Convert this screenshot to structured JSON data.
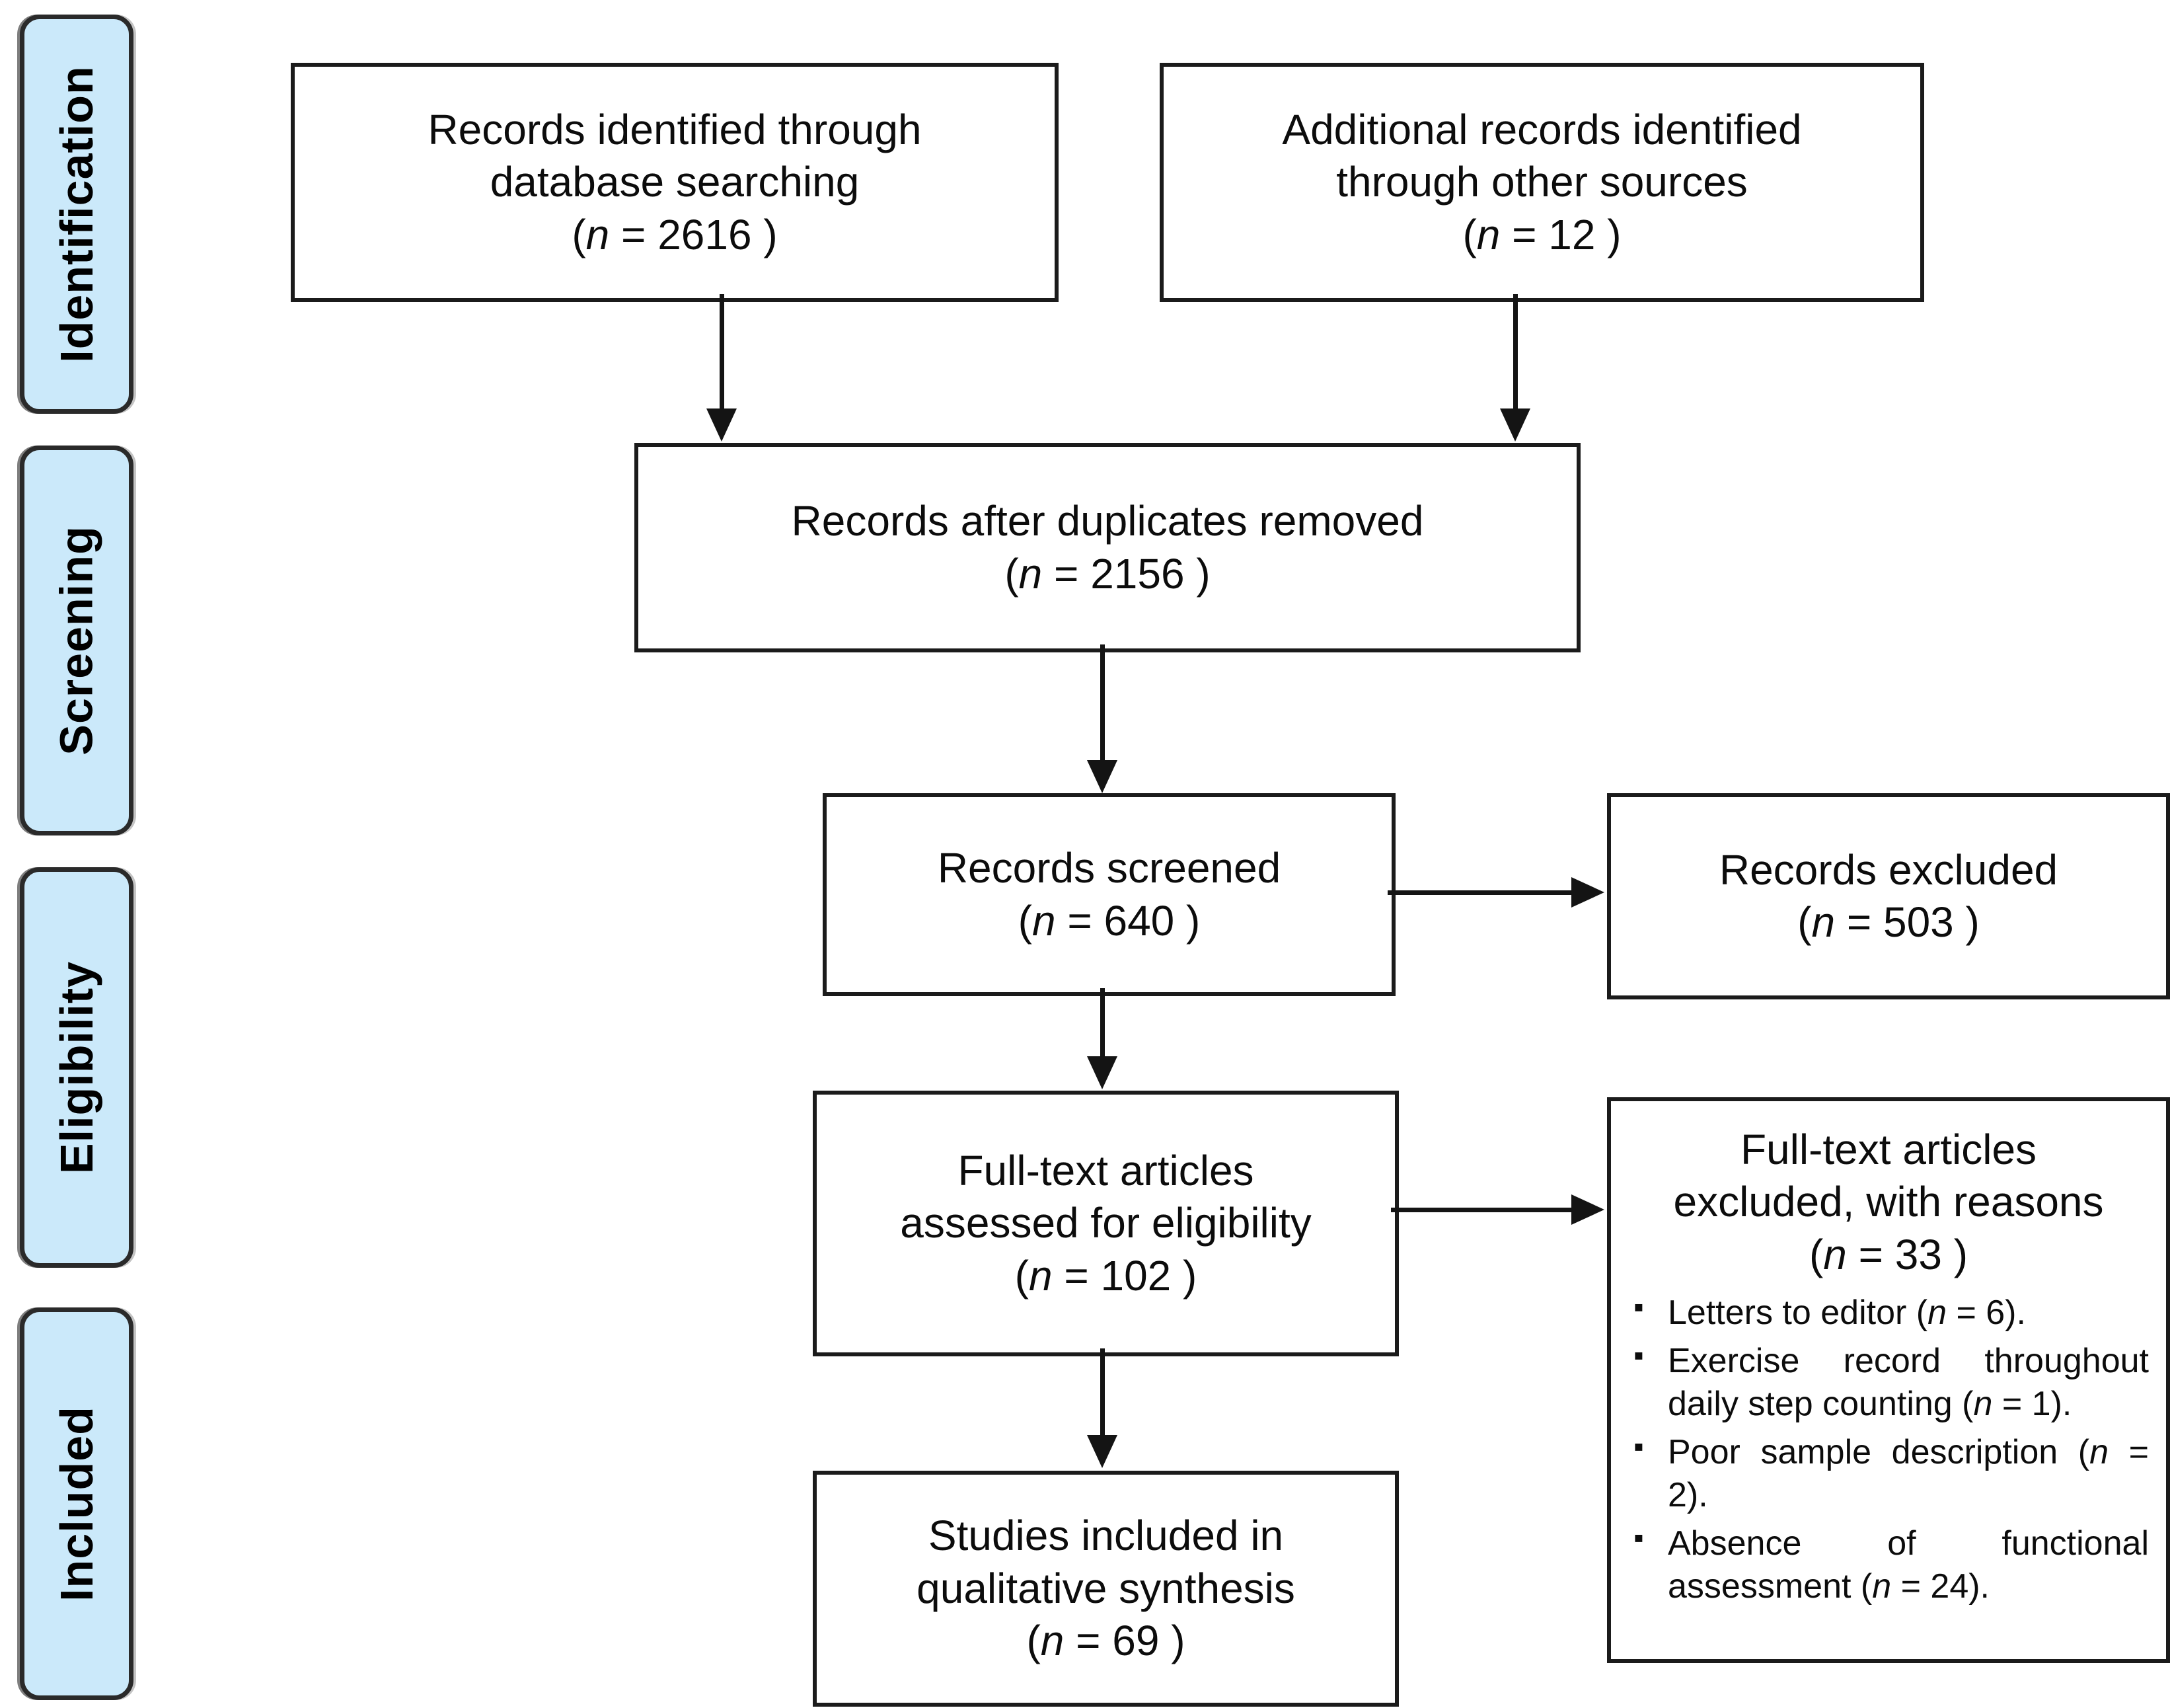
{
  "figure": {
    "stages": [
      {
        "label": "Identification"
      },
      {
        "label": "Screening"
      },
      {
        "label": "Eligibility"
      },
      {
        "label": "Included"
      }
    ],
    "boxes": {
      "db_search": {
        "lines": [
          "Records identified through",
          "database searching"
        ],
        "n": "2616"
      },
      "other_sources": {
        "lines": [
          "Additional records identified",
          "through other sources"
        ],
        "n": "12"
      },
      "after_duplicates": {
        "lines": [
          "Records after duplicates removed"
        ],
        "n": "2156"
      },
      "screened": {
        "lines": [
          "Records screened"
        ],
        "n": "640"
      },
      "records_excluded": {
        "lines": [
          "Records excluded"
        ],
        "n": "503"
      },
      "fulltext_assessed": {
        "lines": [
          "Full-text articles",
          "assessed for eligibility"
        ],
        "n": "102"
      },
      "fulltext_excluded": {
        "lines": [
          "Full-text articles",
          "excluded, with reasons"
        ],
        "n": "33",
        "reasons": [
          {
            "text": "Letters to editor",
            "n": "6"
          },
          {
            "text": "Exercise record throughout daily step counting",
            "n": "1"
          },
          {
            "text": "Poor sample description",
            "n": "2"
          },
          {
            "text": "Absence of functional assessment",
            "n": "24"
          }
        ]
      },
      "included_qualitative": {
        "lines": [
          "Studies included in",
          "qualitative synthesis"
        ],
        "n": "69"
      }
    },
    "icons": {
      "bullet": "▪"
    },
    "colors": {
      "stage_fill": "#cbe9fa",
      "stage_border": "#2a2a2a",
      "box_border": "#1b1b1b",
      "arrow": "#141414",
      "text": "#0c0c0c"
    }
  }
}
